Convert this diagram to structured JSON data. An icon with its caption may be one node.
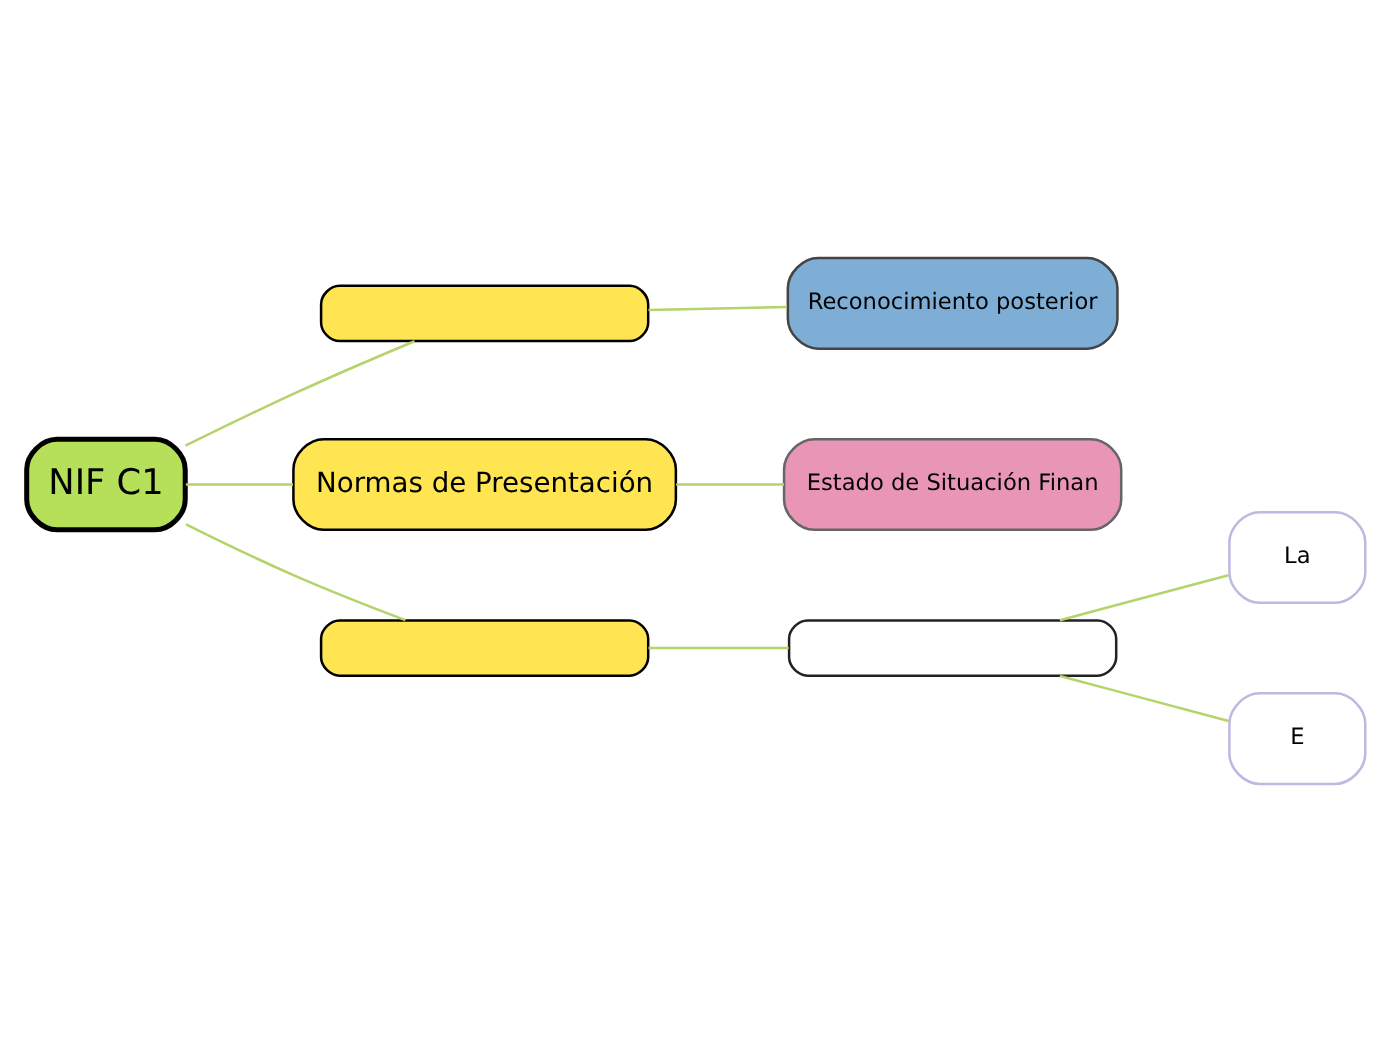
{
  "diagram": {
    "nodes": [
      {
        "text": [
          "NIF C1"
        ]
      },
      {
        "text": [],
        "shape": "box"
      },
      {
        "text": [
          "Reconocimiento posterior"
        ]
      },
      {
        "text": [
          "Normas de Presentación"
        ]
      },
      {
        "text": [
          "Estado de Situación Finan"
        ]
      },
      {
        "text": [],
        "shape": "box"
      },
      {
        "text": [],
        "shape": "box"
      },
      {
        "text": [
          "La"
        ]
      },
      {
        "text": [
          "E"
        ]
      }
    ],
    "edges": [
      {
        "from": 0,
        "to": 1,
        "arrow": "none"
      },
      {
        "from": 1,
        "to": 2,
        "arrow": "none"
      },
      {
        "from": 0,
        "to": 3,
        "arrow": "none"
      },
      {
        "from": 3,
        "to": 4,
        "arrow": "none"
      },
      {
        "from": 0,
        "to": 5,
        "arrow": "none"
      },
      {
        "from": 5,
        "to": 6,
        "arrow": "none"
      },
      {
        "from": 6,
        "to": 7,
        "arrow": "none"
      },
      {
        "from": 6,
        "to": 8,
        "arrow": "none"
      }
    ]
  }
}
